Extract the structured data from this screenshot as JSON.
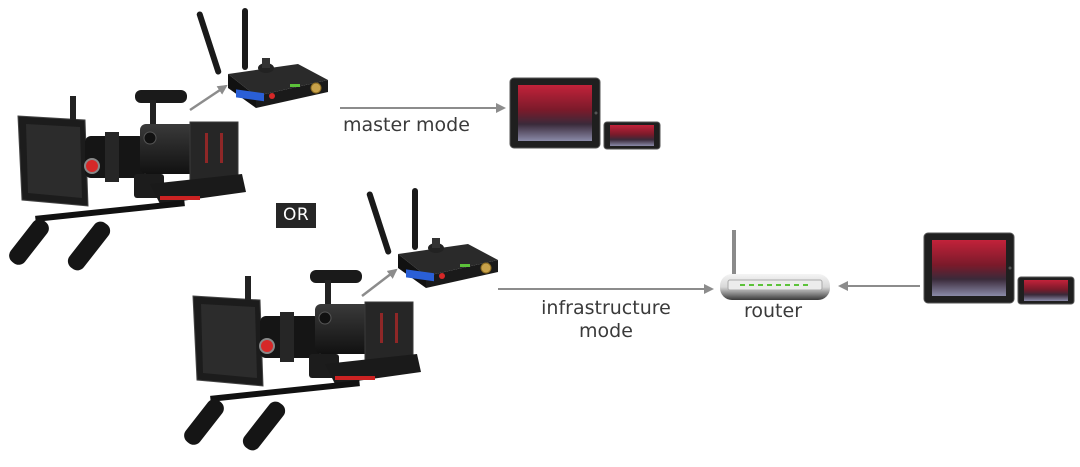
{
  "diagram": {
    "title": "Wireless video transmitter connection modes",
    "separator_label": "OR",
    "master_mode": {
      "label": "master mode",
      "source": "cinema-camera",
      "transmitter": "wireless-transmitter",
      "receivers": [
        "tablet",
        "smartphone"
      ]
    },
    "infrastructure_mode": {
      "label_line1": "infrastructure",
      "label_line2": "mode",
      "source": "cinema-camera",
      "transmitter": "wireless-transmitter",
      "hub_label": "router",
      "receivers": [
        "tablet",
        "smartphone"
      ]
    },
    "colors": {
      "arrow": "#8c8c8c",
      "text": "#3a3a3a",
      "badge_bg": "#262626",
      "router_led": "#5cc23a",
      "camera_accent": "#d62828",
      "screen_blue": "#2a5fd6"
    }
  }
}
